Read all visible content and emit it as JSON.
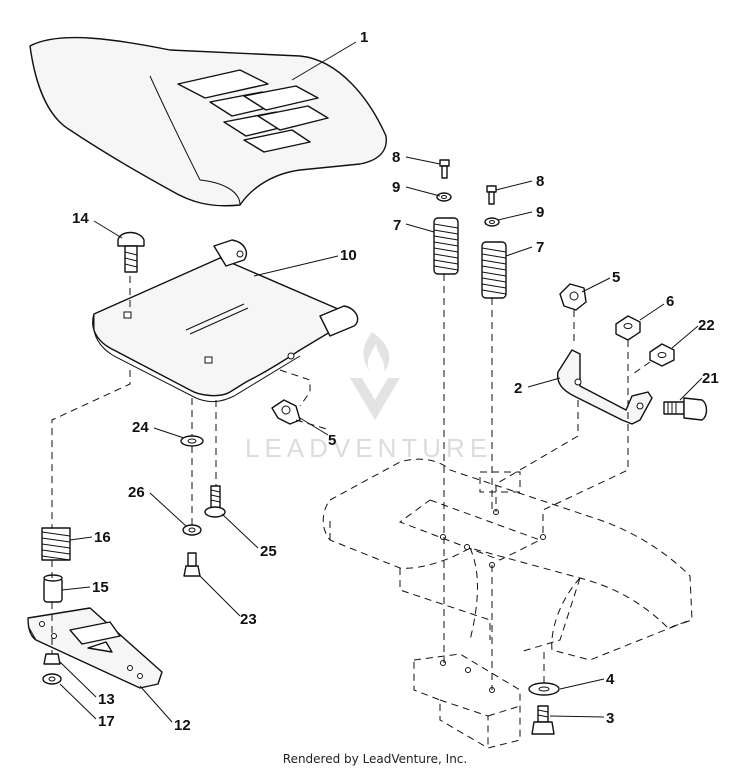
{
  "footer": {
    "text": "Rendered by LeadVenture, Inc."
  },
  "watermark": {
    "text": "LEADVENTURE",
    "color": "#d9d9d9"
  },
  "callouts": [
    {
      "id": "c1",
      "label": "1",
      "part": "seat"
    },
    {
      "id": "c2",
      "label": "2",
      "part": "seat-bracket"
    },
    {
      "id": "c3",
      "label": "3",
      "part": "bolt"
    },
    {
      "id": "c4",
      "label": "4",
      "part": "washer"
    },
    {
      "id": "c5a",
      "label": "5",
      "part": "clip"
    },
    {
      "id": "c5b",
      "label": "5",
      "part": "clip"
    },
    {
      "id": "c6",
      "label": "6",
      "part": "nut"
    },
    {
      "id": "c7a",
      "label": "7",
      "part": "spring"
    },
    {
      "id": "c7b",
      "label": "7",
      "part": "spring"
    },
    {
      "id": "c8a",
      "label": "8",
      "part": "screw"
    },
    {
      "id": "c8b",
      "label": "8",
      "part": "screw"
    },
    {
      "id": "c9a",
      "label": "9",
      "part": "washer"
    },
    {
      "id": "c9b",
      "label": "9",
      "part": "washer"
    },
    {
      "id": "c10",
      "label": "10",
      "part": "seat-pan"
    },
    {
      "id": "c12",
      "label": "12",
      "part": "slide-plate"
    },
    {
      "id": "c13",
      "label": "13",
      "part": "nut"
    },
    {
      "id": "c14",
      "label": "14",
      "part": "carriage-bolt"
    },
    {
      "id": "c15",
      "label": "15",
      "part": "spacer"
    },
    {
      "id": "c16",
      "label": "16",
      "part": "spring"
    },
    {
      "id": "c17",
      "label": "17",
      "part": "washer"
    },
    {
      "id": "c21",
      "label": "21",
      "part": "shoulder-bolt"
    },
    {
      "id": "c22",
      "label": "22",
      "part": "nut"
    },
    {
      "id": "c23",
      "label": "23",
      "part": "bolt"
    },
    {
      "id": "c24",
      "label": "24",
      "part": "washer"
    },
    {
      "id": "c25",
      "label": "25",
      "part": "bolt"
    },
    {
      "id": "c26",
      "label": "26",
      "part": "lock-washer"
    }
  ]
}
